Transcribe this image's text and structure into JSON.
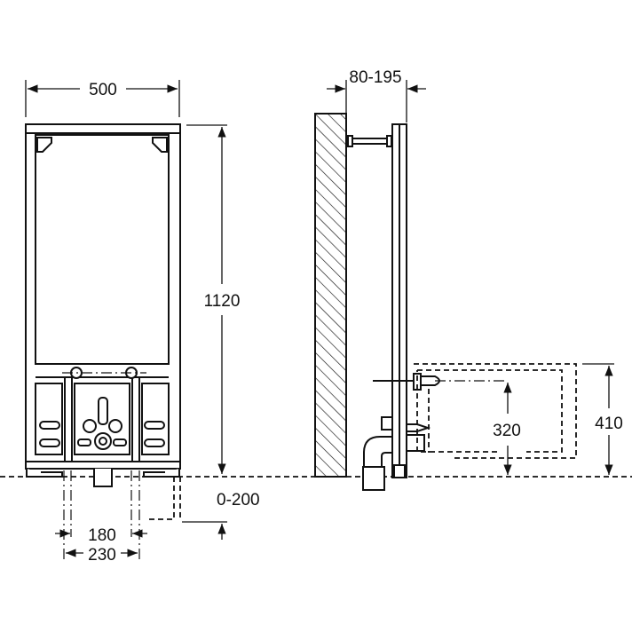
{
  "dimensions": {
    "frame_width": "500",
    "frame_height": "1120",
    "wall_distance": "80-195",
    "floor_offset": "0-200",
    "fixing_spacing_inner": "180",
    "fixing_spacing_outer": "230",
    "axis_height": "320",
    "bidet_height": "410"
  },
  "colors": {
    "line": "#111111",
    "background": "#ffffff"
  }
}
